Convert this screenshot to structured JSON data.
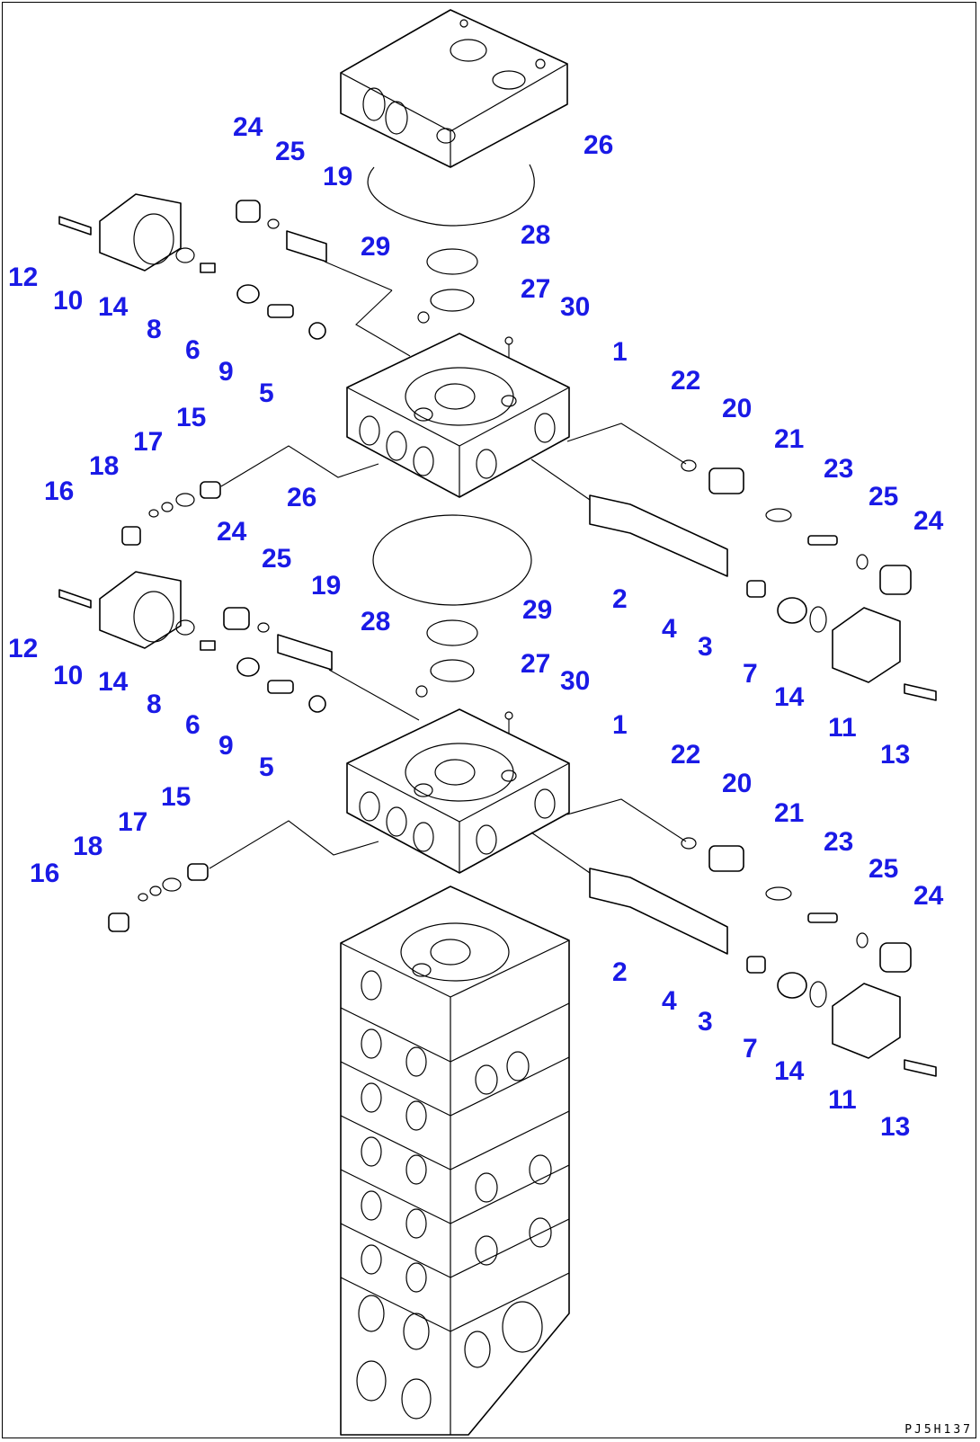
{
  "drawing_code": "PJ5H137",
  "label_color": "#1a1ae6",
  "callouts": {
    "upper": [
      "24",
      "25",
      "19",
      "26",
      "28",
      "29",
      "27",
      "30",
      "12",
      "10",
      "14",
      "8",
      "6",
      "9",
      "5",
      "1",
      "15",
      "17",
      "18",
      "16",
      "22",
      "20",
      "21",
      "23",
      "25",
      "24",
      "2",
      "4",
      "3",
      "7",
      "14",
      "11",
      "13"
    ],
    "middle": [
      "26",
      "24",
      "25",
      "19",
      "28",
      "29",
      "27",
      "30",
      "12",
      "10",
      "14",
      "8",
      "6",
      "9",
      "5",
      "1",
      "15",
      "17",
      "18",
      "16",
      "22",
      "20",
      "21",
      "23",
      "25",
      "24",
      "2",
      "4",
      "3",
      "7",
      "14",
      "11",
      "13"
    ]
  }
}
